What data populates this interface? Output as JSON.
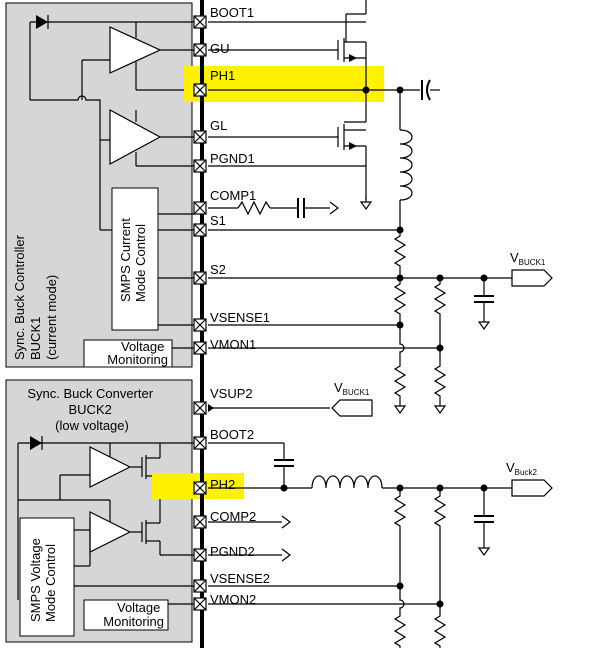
{
  "colors": {
    "block_fill": "#d6d6d6",
    "highlight": "#fff200",
    "wire": "#000000",
    "page": "#ffffff"
  },
  "buck1": {
    "title_lines": [
      "Sync. Buck Controller",
      "BUCK1",
      "(current mode)"
    ],
    "control_lines": [
      "SMPS Current",
      "Mode Control"
    ],
    "monitor_lines": [
      "Voltage",
      "Monitoring"
    ]
  },
  "buck2": {
    "title_lines": [
      "Sync. Buck Converter",
      "BUCK2",
      "(low voltage)"
    ],
    "control_lines": [
      "SMPS Voltage",
      "Mode Control"
    ],
    "monitor_lines": [
      "Voltage",
      "Monitoring"
    ]
  },
  "pins": {
    "boot1": "BOOT1",
    "gu": "GU",
    "ph1": "PH1",
    "gl": "GL",
    "pgnd1": "PGND1",
    "comp1": "COMP1",
    "s1": "S1",
    "s2": "S2",
    "vsense1": "VSENSE1",
    "vmon1": "VMON1",
    "vsup2": "VSUP2",
    "boot2": "BOOT2",
    "ph2": "PH2",
    "comp2": "COMP2",
    "pgnd2": "PGND2",
    "vsense2": "VSENSE2",
    "vmon2": "VMON2"
  },
  "nets": {
    "vbuck1_out": {
      "main": "V",
      "sub": "BUCK1"
    },
    "vbuck1_in": {
      "main": "V",
      "sub": "BUCK1"
    },
    "vbuck2_out": {
      "main": "V",
      "sub": "Buck2"
    }
  }
}
